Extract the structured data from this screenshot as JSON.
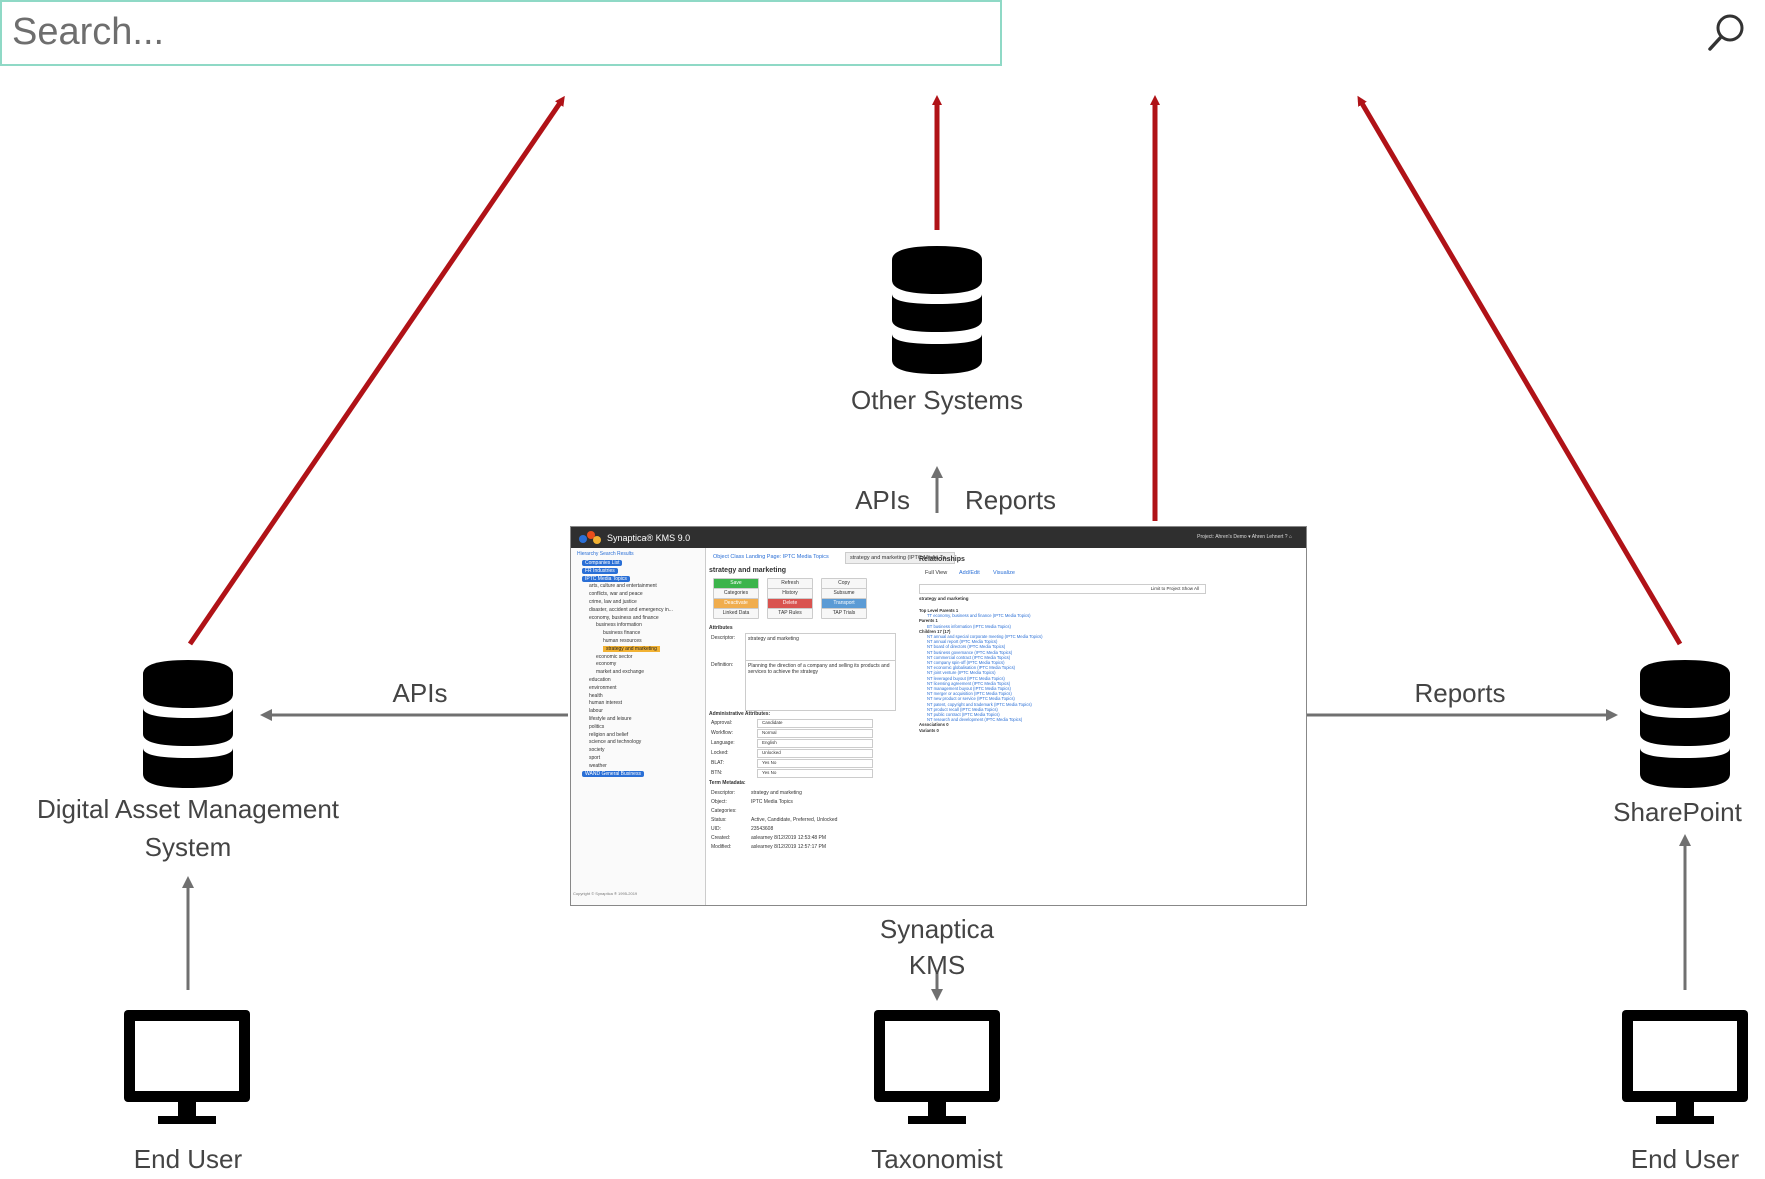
{
  "search": {
    "placeholder": "Search..."
  },
  "nodes": {
    "other_systems": "Other Systems",
    "dam_line1": "Digital Asset Management",
    "dam_line2": "System",
    "sharepoint": "SharePoint",
    "kms_line1": "Synaptica",
    "kms_line2": "KMS",
    "end_user_left": "End User",
    "taxonomist": "Taxonomist",
    "end_user_right": "End User"
  },
  "edge_labels": {
    "apis_top": "APIs",
    "reports_top": "Reports",
    "apis_left": "APIs",
    "reports_right": "Reports"
  },
  "colors": {
    "arrow_red": "#b01217",
    "arrow_gray": "#707070",
    "search_border": "#8fd9c6",
    "icon": "#000000"
  },
  "icons": {
    "search": "search-icon",
    "database": "database-icon",
    "monitor": "monitor-icon"
  },
  "kms": {
    "app_title": "Synaptica® KMS 9.0",
    "top_right": "Project: Ahren's Demo ▾     Ahren Lehnert     ?     ⌂",
    "tree_tabs": "Hierarchy  Search  Results",
    "tree": [
      {
        "text": "Companies List",
        "style": "pill",
        "indent": 1
      },
      {
        "text": "FR Industries",
        "style": "pill",
        "indent": 1
      },
      {
        "text": "IPTC Media Topics",
        "style": "pill",
        "indent": 1
      },
      {
        "text": "arts, culture and entertainment",
        "style": "",
        "indent": 2
      },
      {
        "text": "conflicts, war and peace",
        "style": "",
        "indent": 2
      },
      {
        "text": "crime, law and justice",
        "style": "",
        "indent": 2
      },
      {
        "text": "disaster, accident and emergency in...",
        "style": "",
        "indent": 2
      },
      {
        "text": "economy, business and finance",
        "style": "",
        "indent": 2
      },
      {
        "text": "business information",
        "style": "",
        "indent": 3
      },
      {
        "text": "business finance",
        "style": "",
        "indent": 4
      },
      {
        "text": "human resources",
        "style": "",
        "indent": 4
      },
      {
        "text": "strategy and marketing",
        "style": "hl",
        "indent": 4
      },
      {
        "text": "economic sector",
        "style": "",
        "indent": 3
      },
      {
        "text": "economy",
        "style": "",
        "indent": 3
      },
      {
        "text": "market and exchange",
        "style": "",
        "indent": 3
      },
      {
        "text": "education",
        "style": "",
        "indent": 2
      },
      {
        "text": "environment",
        "style": "",
        "indent": 2
      },
      {
        "text": "health",
        "style": "",
        "indent": 2
      },
      {
        "text": "human interest",
        "style": "",
        "indent": 2
      },
      {
        "text": "labour",
        "style": "",
        "indent": 2
      },
      {
        "text": "lifestyle and leisure",
        "style": "",
        "indent": 2
      },
      {
        "text": "politics",
        "style": "",
        "indent": 2
      },
      {
        "text": "religion and belief",
        "style": "",
        "indent": 2
      },
      {
        "text": "science and technology",
        "style": "",
        "indent": 2
      },
      {
        "text": "society",
        "style": "",
        "indent": 2
      },
      {
        "text": "sport",
        "style": "",
        "indent": 2
      },
      {
        "text": "weather",
        "style": "",
        "indent": 2
      },
      {
        "text": "WAND General Business",
        "style": "pill",
        "indent": 1
      }
    ],
    "copyright": "Copyright © Synaptica ® 1995-2019",
    "tab1": "Object Class Landing Page: IPTC Media Topics",
    "tab2": "strategy and marketing (IPTC Media To...",
    "term_title": "strategy and marketing",
    "buttons": [
      {
        "label": "Save",
        "bg": "#3cb44b",
        "fg": "#ffffff"
      },
      {
        "label": "Refresh",
        "bg": "#f7f7f7",
        "fg": "#333333"
      },
      {
        "label": "Copy",
        "bg": "#f7f7f7",
        "fg": "#333333"
      },
      {
        "label": "Categories",
        "bg": "#f7f7f7",
        "fg": "#333333"
      },
      {
        "label": "History",
        "bg": "#f7f7f7",
        "fg": "#333333"
      },
      {
        "label": "Subsume",
        "bg": "#f7f7f7",
        "fg": "#333333"
      },
      {
        "label": "Deactivate",
        "bg": "#f0ad4e",
        "fg": "#ffffff"
      },
      {
        "label": "Delete",
        "bg": "#d9534f",
        "fg": "#ffffff"
      },
      {
        "label": "Transport",
        "bg": "#5b9bd5",
        "fg": "#ffffff"
      },
      {
        "label": "Linked Data",
        "bg": "#f7f7f7",
        "fg": "#333333"
      },
      {
        "label": "TAP Rules",
        "bg": "#f7f7f7",
        "fg": "#333333"
      },
      {
        "label": "TAP Trials",
        "bg": "#f7f7f7",
        "fg": "#333333"
      }
    ],
    "attributes_heading": "Attributes",
    "descriptor_label": "Descriptor:",
    "descriptor_value": "strategy and marketing",
    "definition_label": "Definition:",
    "definition_value": "Planning the direction of a company and selling its products and services to achieve the strategy",
    "admin_heading": "Administrative Attributes:",
    "admin_fields": [
      {
        "label": "Approval:",
        "value": "Candidate"
      },
      {
        "label": "Workflow:",
        "value": "Normal"
      },
      {
        "label": "Language:",
        "value": "English"
      },
      {
        "label": "Locked:",
        "value": "Unlocked"
      },
      {
        "label": "BLAT:",
        "value": "Yes  No"
      },
      {
        "label": "BTN:",
        "value": "Yes  No"
      }
    ],
    "meta_heading": "Term Metadata:",
    "meta_fields": [
      {
        "label": "Descriptor:",
        "value": "strategy and marketing"
      },
      {
        "label": "Object:",
        "value": "IPTC Media Topics"
      },
      {
        "label": "Categories:",
        "value": ""
      },
      {
        "label": "Status:",
        "value": "Active, Candidate, Preferred, Unlocked"
      },
      {
        "label": "UID:",
        "value": "23543608"
      },
      {
        "label": "Created:",
        "value": "aslearney 8/12/2019 12:53:48 PM"
      },
      {
        "label": "Modified:",
        "value": "aslearney 8/12/2019 12:57:17 PM"
      }
    ],
    "relationships_heading": "Relationships",
    "rel_tabs": [
      "Full View",
      "Add/Edit",
      "Visualize"
    ],
    "rel_filter": "Limit to Project  Show All",
    "rel_term": "strategy and marketing",
    "rel_lines": [
      {
        "text": "Top Level Parents  1",
        "cls": "b"
      },
      {
        "text": "TT economy, business and finance (IPTC Media Topics)",
        "cls": "l"
      },
      {
        "text": "Parents  1",
        "cls": "b"
      },
      {
        "text": "BT business information (IPTC Media Topics)",
        "cls": "l"
      },
      {
        "text": "Children  17  (17)",
        "cls": "b"
      },
      {
        "text": "NT annual and special corporate meeting (IPTC Media Topics)",
        "cls": "l"
      },
      {
        "text": "NT annual report (IPTC Media Topics)",
        "cls": "l"
      },
      {
        "text": "NT board of directors (IPTC Media Topics)",
        "cls": "l"
      },
      {
        "text": "NT business governance (IPTC Media Topics)",
        "cls": "l"
      },
      {
        "text": "NT commercial contract (IPTC Media Topics)",
        "cls": "l"
      },
      {
        "text": "NT company spin-off (IPTC Media Topics)",
        "cls": "l"
      },
      {
        "text": "NT economic globalisation (IPTC Media Topics)",
        "cls": "l"
      },
      {
        "text": "NT joint venture (IPTC Media Topics)",
        "cls": "l"
      },
      {
        "text": "NT leveraged buyout (IPTC Media Topics)",
        "cls": "l"
      },
      {
        "text": "NT licensing agreement (IPTC Media Topics)",
        "cls": "l"
      },
      {
        "text": "NT management buyout (IPTC Media Topics)",
        "cls": "l"
      },
      {
        "text": "NT merger or acquisition (IPTC Media Topics)",
        "cls": "l"
      },
      {
        "text": "NT new product or service (IPTC Media Topics)",
        "cls": "l"
      },
      {
        "text": "NT patent, copyright and trademark (IPTC Media Topics)",
        "cls": "l"
      },
      {
        "text": "NT product recall (IPTC Media Topics)",
        "cls": "l"
      },
      {
        "text": "NT public contract (IPTC Media Topics)",
        "cls": "l"
      },
      {
        "text": "NT research and development (IPTC Media Topics)",
        "cls": "l"
      },
      {
        "text": "Associations  0",
        "cls": "b"
      },
      {
        "text": "Variants  0",
        "cls": "b"
      }
    ]
  }
}
